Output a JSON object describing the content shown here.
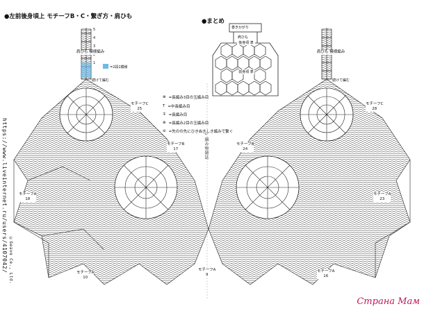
{
  "header": {
    "left_title": "●左前後身頃上 モチーフB・C・繋ぎ方・肩ひも",
    "right_title": "●まとめ"
  },
  "shoulder_strap": {
    "rows": [
      "5",
      "4",
      "3",
      "2",
      "1"
    ],
    "label": "肩ひも 模様編み",
    "repeat_label": "=2段1模様",
    "attach_label": "続けて編む",
    "row_marks": [
      "3",
      "1"
    ]
  },
  "summary": {
    "top_label": "巻きかがり",
    "strap_label": "肩ひも",
    "back_label": "後身頃 表",
    "front_label": "前身頃 表"
  },
  "legend": [
    {
      "symbol": "⊕",
      "text": "=長編み3目の玉編み目"
    },
    {
      "symbol": "T",
      "text": "=中長編み目"
    },
    {
      "symbol": "∓",
      "text": "=長編み目"
    },
    {
      "symbol": "⊗",
      "text": "=長編み2目の玉編み目"
    },
    {
      "symbol": "⊖",
      "text": "=先のの先にひきぬきしき編みで繋ぐ"
    }
  ],
  "motifs": [
    {
      "name": "モチーフC",
      "num": "25"
    },
    {
      "name": "モチーフB",
      "num": "17"
    },
    {
      "name": "モチーフA",
      "num": "18"
    },
    {
      "name": "モチーフA",
      "num": "10"
    },
    {
      "name": "モチーフA",
      "num": "9"
    },
    {
      "name": "モチーフB",
      "num": "24"
    },
    {
      "name": "モチーフC",
      "num": "28"
    },
    {
      "name": "モチーフA",
      "num": "23"
    },
    {
      "name": "モチーフA",
      "num": "16"
    }
  ],
  "side_text": "https://www.liveinternet.ru/users/4107042/",
  "side_text2": "©Geavo Co., Ltd.",
  "center_mark": "©編み物雑誌",
  "watermark": "Страна Мам"
}
